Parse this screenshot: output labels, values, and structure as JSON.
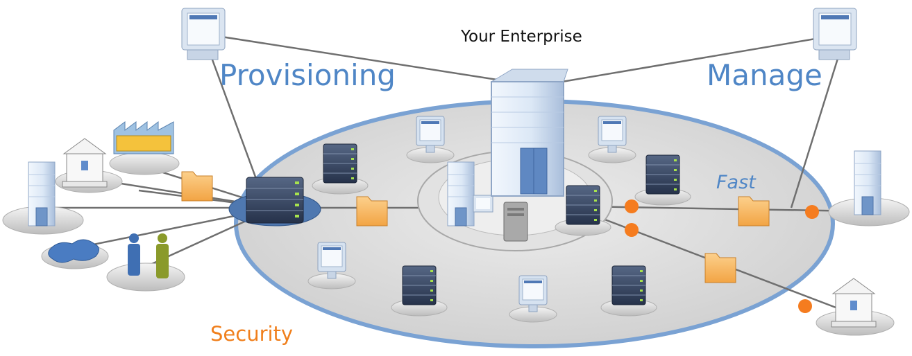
{
  "labels": {
    "enterprise": "Your Enterprise",
    "provisioning": "Provisioning",
    "manage": "Manage",
    "fast": "Fast",
    "security": "Security"
  },
  "colors": {
    "ring": "#7aa2d3",
    "field": "#dcdcdc",
    "label_blue": "#4f86c6",
    "label_orange": "#f07f1c",
    "connector_dot": "#f57c1f",
    "folder": "#f7b55f",
    "server": "#3b4a66",
    "building": "#e6effa"
  },
  "icons": [
    "monitor-icon",
    "server-icon",
    "folder-icon",
    "office-tower-icon",
    "bank-icon",
    "factory-icon",
    "people-icon",
    "network-hub-icon",
    "computer-tower-icon"
  ]
}
